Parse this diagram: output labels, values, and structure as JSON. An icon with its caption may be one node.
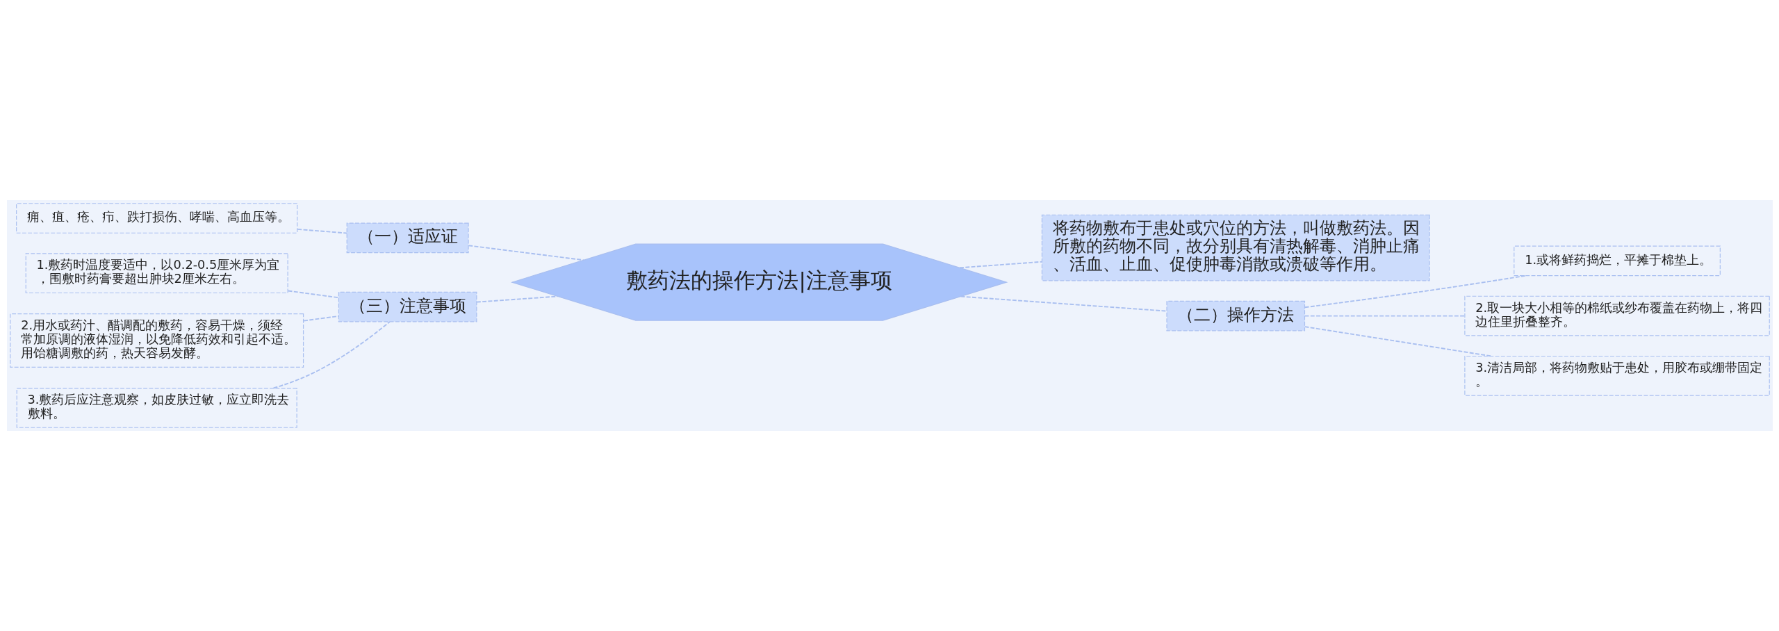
{
  "diagram": {
    "nodes": [
      {
        "text": [
          "敷药法的操作方法|注意事项"
        ]
      },
      {
        "text": [
          "将药物敷布于患处或穴位的方法，叫做敷药法。因所敷的药物不同，故分别具有清热解毒、消肿止痛、活血、止血、促使肿毒消散或溃破等作用。"
        ]
      },
      {
        "text": [
          "（二）操作方法"
        ]
      },
      {
        "text": [
          "1.或将鲜药捣烂，平摊于棉垫上。"
        ]
      },
      {
        "text": [
          "2.取一块大小相等的棉纸或纱布覆盖在药物上，将四边住里折叠整齐。"
        ]
      },
      {
        "text": [
          "3.清洁局部，将药物敷贴于患处，用胶布或绷带固定。"
        ]
      },
      {
        "text": [
          "（一）适应证"
        ]
      },
      {
        "text": [
          "痈、疽、疮、疖、跌打损伤、哮喘、高血压等。"
        ]
      },
      {
        "text": [
          "（三）注意事项"
        ]
      },
      {
        "text": [
          "1.敷药时温度要适中，以0.2-0.5厘米厚为宜，围敷时药膏要超出肿块2厘米左右。"
        ]
      },
      {
        "text": [
          "2.用水或药汁、醋调配的敷药，容易干燥，须经常加原调的液体湿润，以免降低药效和引起不适。用饴糖调敷的药，热天容易发酵。"
        ]
      },
      {
        "text": [
          "3.敷药后应注意观察，如皮肤过敏，应立即洗去敷料。"
        ]
      }
    ],
    "edges": [
      {
        "from": 0,
        "to": 1,
        "arrow": "none",
        "style": "dashed"
      },
      {
        "from": 0,
        "to": 2,
        "arrow": "none",
        "style": "dashed"
      },
      {
        "from": 2,
        "to": 3,
        "arrow": "none",
        "style": "dashed"
      },
      {
        "from": 2,
        "to": 4,
        "arrow": "none",
        "style": "dashed"
      },
      {
        "from": 2,
        "to": 5,
        "arrow": "none",
        "style": "dashed"
      },
      {
        "from": 0,
        "to": 6,
        "arrow": "none",
        "style": "dashed"
      },
      {
        "from": 6,
        "to": 7,
        "arrow": "none",
        "style": "dashed"
      },
      {
        "from": 0,
        "to": 8,
        "arrow": "none",
        "style": "dashed"
      },
      {
        "from": 8,
        "to": 9,
        "arrow": "none",
        "style": "dashed"
      },
      {
        "from": 8,
        "to": 10,
        "arrow": "none",
        "style": "dashed"
      },
      {
        "from": 8,
        "to": 11,
        "arrow": "none",
        "style": "dashed"
      }
    ]
  }
}
